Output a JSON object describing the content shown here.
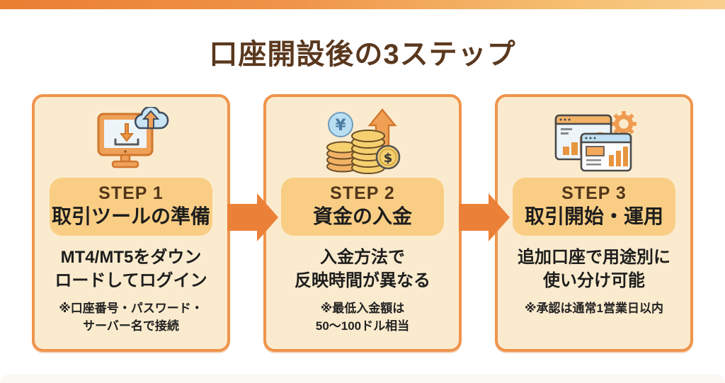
{
  "page": {
    "title": "口座開設後の3ステップ"
  },
  "colors": {
    "accent_orange": "#eb8138",
    "top_bar_gradient_start": "#ea7e31",
    "top_bar_gradient_end": "#f8cf8c",
    "card_background": "#fbebce",
    "card_border": "#ef944c",
    "badge_background": "#f9ce84",
    "step_label_brown": "#53361a",
    "title_brown": "#5a381e",
    "body_text": "#1d1d1d"
  },
  "steps": [
    {
      "icon": "monitor-download-cloud-icon",
      "step_label": "STEP 1",
      "step_title": "取引ツールの準備",
      "body": "MT4/MT5をダウン\nロードしてログイン",
      "note": "※口座番号・パスワード・\nサーバー名で接続"
    },
    {
      "icon": "coins-deposit-icon",
      "step_label": "STEP 2",
      "step_title": "資金の入金",
      "body": "入金方法で\n反映時間が異なる",
      "note": "※最低入金額は\n50〜100ドル相当"
    },
    {
      "icon": "charts-gear-icon",
      "step_label": "STEP 3",
      "step_title": "取引開始・運用",
      "body": "追加口座で用途別に\n使い分け可能",
      "note": "※承認は通常1営業日以内"
    }
  ]
}
